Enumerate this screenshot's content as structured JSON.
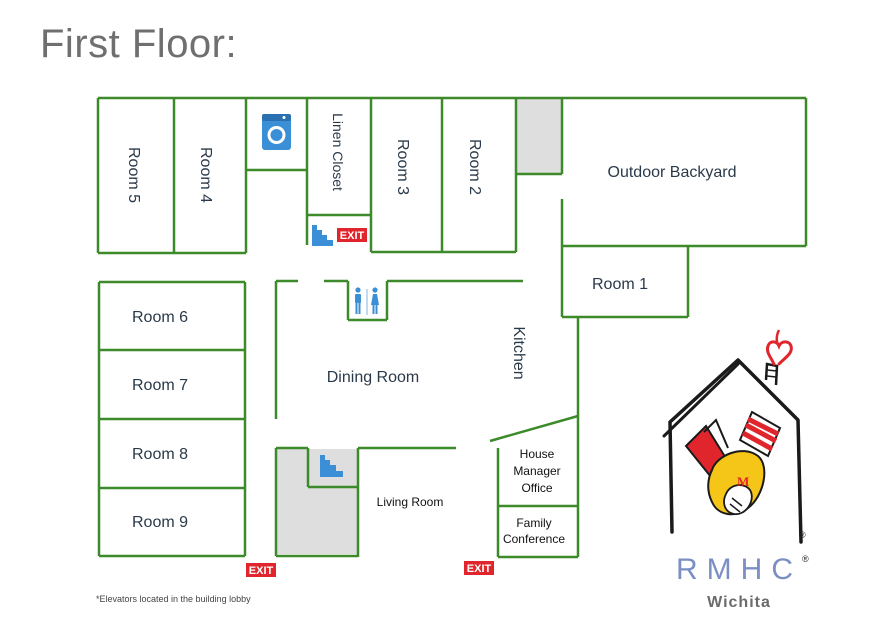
{
  "title": "First Floor:",
  "rooms": {
    "room5": "Room 5",
    "room4": "Room 4",
    "linen": "Linen Closet",
    "room3": "Room 3",
    "room2": "Room 2",
    "backyard": "Outdoor Backyard",
    "room1": "Room 1",
    "room6": "Room 6",
    "room7": "Room 7",
    "room8": "Room 8",
    "room9": "Room 9",
    "dining": "Dining Room",
    "kitchen": "Kitchen",
    "living": "Living Room",
    "hmo1": "House",
    "hmo2": "Manager",
    "hmo3": "Office",
    "fc1": "Family",
    "fc2": "Conference"
  },
  "exit_label": "EXIT",
  "footnote": "*Elevators located in the building lobby",
  "logo": {
    "brand": "RMHC",
    "city": "Wichita",
    "registered": "®"
  },
  "colors": {
    "wall": "#3d8a2a",
    "label": "#2a3a4a",
    "exit": "#e0262c",
    "icon_blue": "#3a8fd6",
    "shade": "#dedede",
    "logo_blue": "#7b8fc4"
  },
  "icons": [
    "washer-icon",
    "stairs-icon",
    "restroom-icon",
    "exit-sign",
    "rmhc-house-logo"
  ]
}
